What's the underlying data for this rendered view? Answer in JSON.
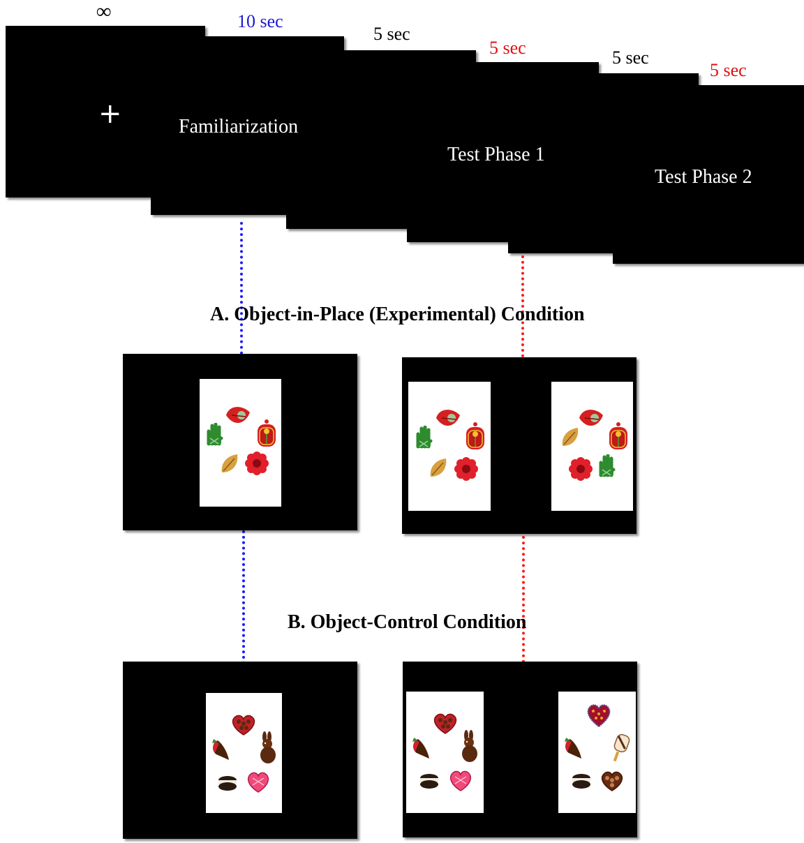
{
  "timeline": {
    "fixation": {
      "duration": "∞",
      "symbol": "+"
    },
    "familiarization": {
      "duration": "10 sec",
      "label": "Familiarization"
    },
    "delay_1": {
      "duration": "5 sec"
    },
    "test_1": {
      "duration": "5 sec",
      "label": "Test Phase 1"
    },
    "delay_2": {
      "duration": "5 sec"
    },
    "test_2": {
      "duration": "5 sec",
      "label": "Test Phase 2"
    }
  },
  "conditions": {
    "a": {
      "heading": "A.  Object-in-Place (Experimental) Condition"
    },
    "b": {
      "heading": "B.  Object-Control Condition"
    }
  },
  "colors": {
    "familiarization_link": "#1a1aff",
    "test_link": "#ff1a1a",
    "duration_blue": "#1a1ad0",
    "duration_red": "#e01010"
  }
}
